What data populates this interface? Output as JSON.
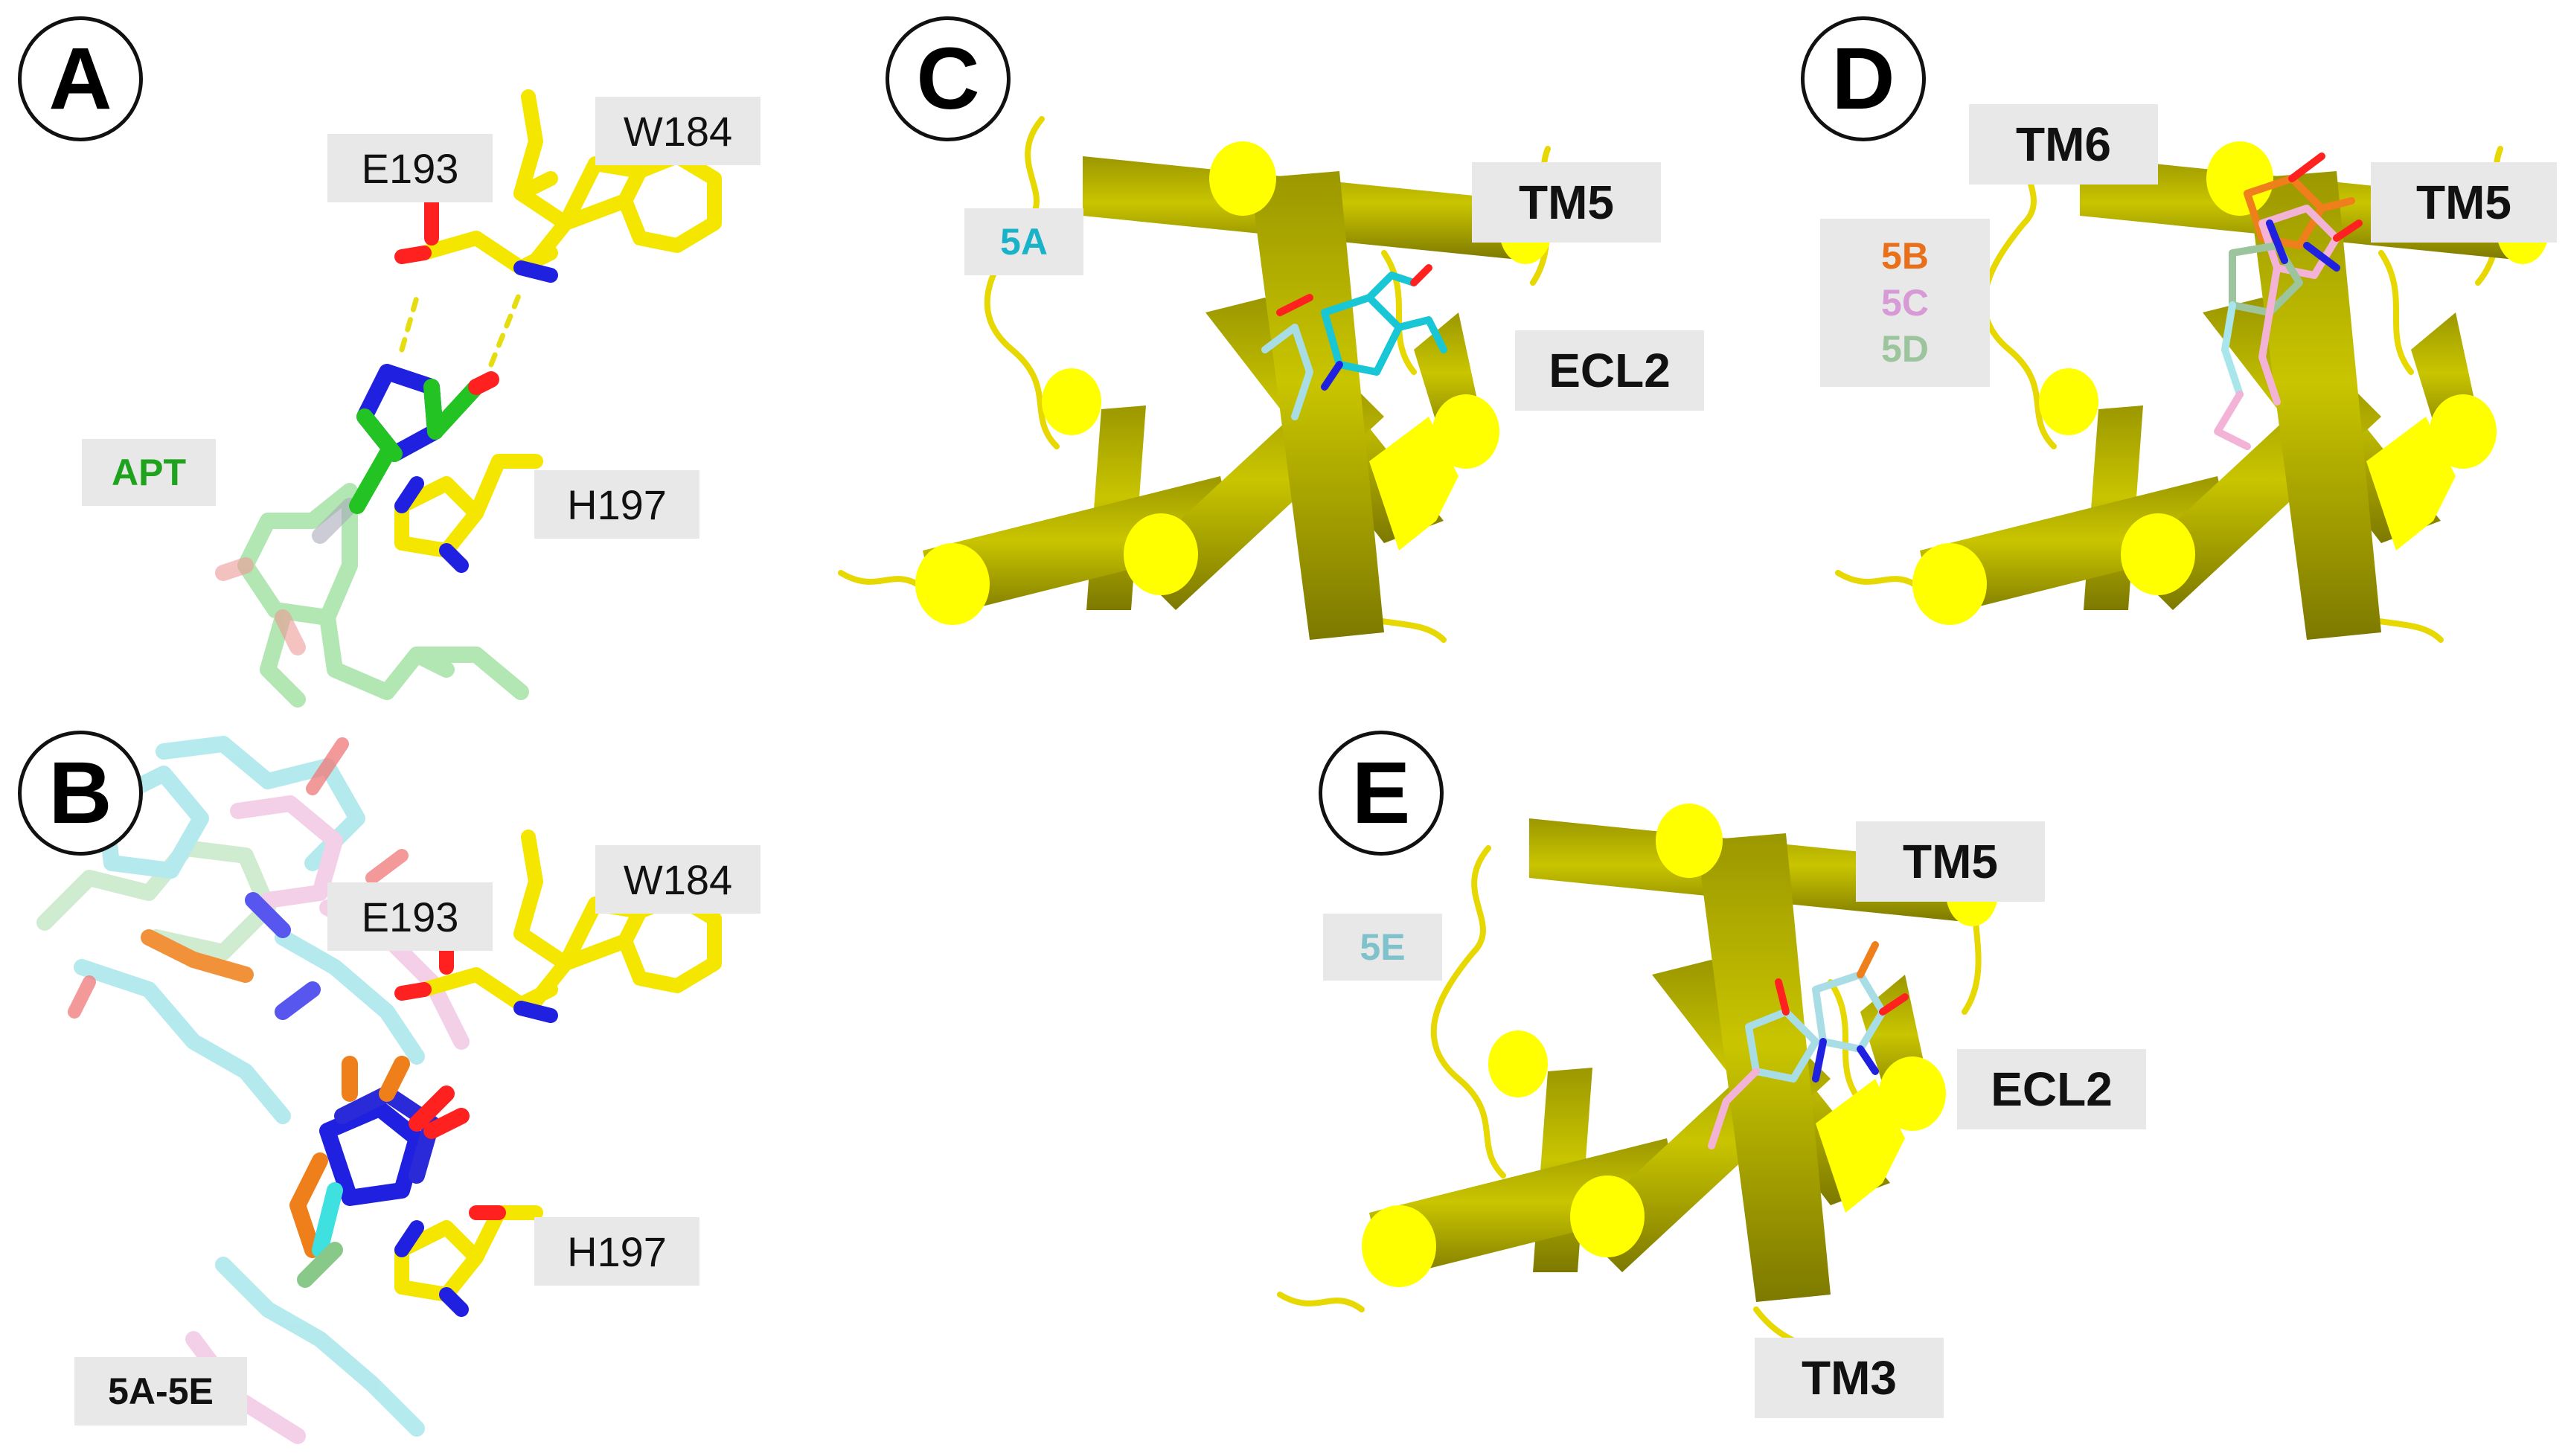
{
  "panels": {
    "A": {
      "letter": "A",
      "residues": {
        "e193": "E193",
        "w184": "W184",
        "h197": "H197"
      },
      "ligand": "APT",
      "ligand_color": "#1fa31f"
    },
    "B": {
      "letter": "B",
      "residues": {
        "e193": "E193",
        "w184": "W184",
        "h197": "H197"
      },
      "ligand": "5A-5E",
      "ligand_color": "#111111"
    },
    "C": {
      "letter": "C",
      "labels": {
        "tm5": "TM5",
        "ecl2": "ECL2"
      },
      "ligand": "5A",
      "ligand_color": "#19b3c9"
    },
    "D": {
      "letter": "D",
      "labels": {
        "tm6": "TM6",
        "tm5": "TM5"
      },
      "ligands": [
        {
          "name": "5B",
          "color": "#e8701a"
        },
        {
          "name": "5C",
          "color": "#d79ad6"
        },
        {
          "name": "5D",
          "color": "#9cc59e"
        }
      ]
    },
    "E": {
      "letter": "E",
      "labels": {
        "tm5": "TM5",
        "ecl2": "ECL2",
        "tm3": "TM3"
      },
      "ligand": "5E",
      "ligand_color": "#7fc2cc"
    }
  },
  "colors": {
    "protein": "#c8c400",
    "protein_dark": "#8f8b00",
    "cylinder_cap": "#ffff00",
    "carbon_yellow": "#f5e600",
    "nitrogen": "#1a1ae6",
    "oxygen": "#ff1a1a",
    "apt_green": "#22c322",
    "cyan": "#3ee0e0",
    "light_cyan": "#a8e6ec",
    "orange": "#ef7f1a",
    "pink": "#f2b3d6"
  }
}
